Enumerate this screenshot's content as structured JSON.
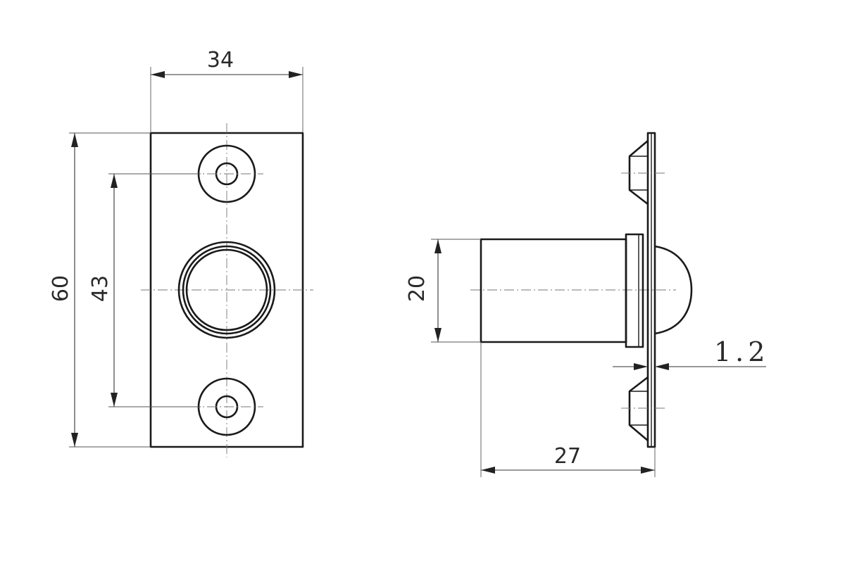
{
  "diagram": {
    "front_view": {
      "width_label": "34",
      "height_label": "60",
      "hole_spacing_label": "43"
    },
    "side_view": {
      "body_diameter_label": "20",
      "length_label": "27",
      "plate_thickness_label": "1.2"
    }
  }
}
